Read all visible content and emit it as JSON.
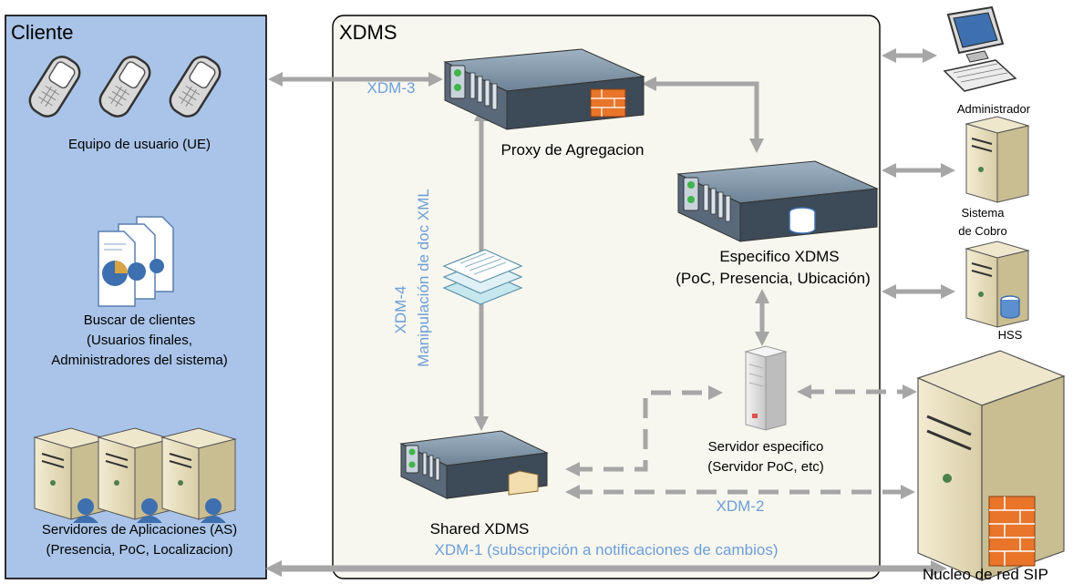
{
  "panels": {
    "cliente_title": "Cliente",
    "xdms_title": "XDMS"
  },
  "cliente": {
    "ue_label": "Equipo de usuario (UE)",
    "clients_line1": "Buscar de clientes",
    "clients_line2": "(Usuarios finales,",
    "clients_line3": "Administradores del sistema)",
    "as_line1": "Servidores de Aplicaciones (AS)",
    "as_line2": "(Presencia, PoC, Localizacion)"
  },
  "xdms": {
    "proxy_label": "Proxy de Agregacion",
    "specific_line1": "Especifico XDMS",
    "specific_line2": "(PoC, Presencia, Ubicación)",
    "shared_label": "Shared XDMS",
    "server_line1": "Servidor especifico",
    "server_line2": "(Servidor PoC, etc)",
    "xdm4_line1": "XDM-4",
    "xdm4_line2": "Manipulación de doc XML"
  },
  "interfaces": {
    "xdm3": "XDM-3",
    "xdm2": "XDM-2",
    "xdm1": "XDM-1 (subscripción a notificaciones de cambios)"
  },
  "external": {
    "admin_label": "Administrador",
    "billing_line1": "Sistema",
    "billing_line2": "de Cobro",
    "hss_label": "HSS",
    "sip_label": "Nucleo de red SIP"
  },
  "colors": {
    "cliente_bg": "#a9c4e8",
    "xdms_bg": "#f7f7f0",
    "label_blue": "#6d9ed6",
    "arrow_gray": "#a6a6a6"
  }
}
